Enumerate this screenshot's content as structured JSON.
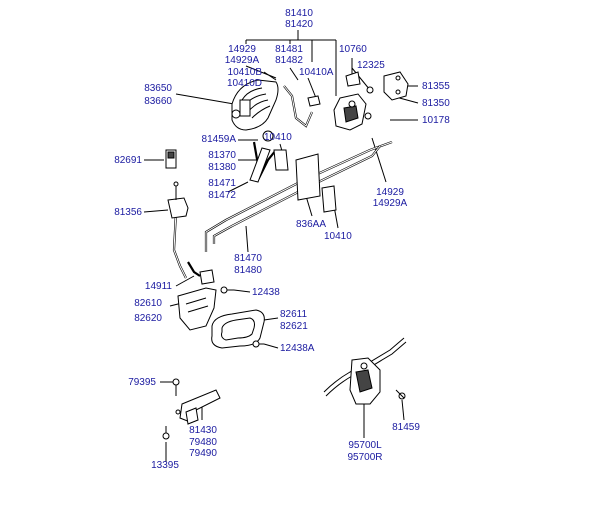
{
  "labels": {
    "p81410": "81410",
    "p81420": "81420",
    "p14929_top": "14929",
    "p14929A_top": "14929A",
    "p81481": "81481",
    "p81482": "81482",
    "p10760": "10760",
    "p10410B": "10410B",
    "p10410D": "10410D",
    "p10410A": "10410A",
    "p12325": "12325",
    "p83650": "83650",
    "p83660": "83660",
    "p81355": "81355",
    "p81350": "81350",
    "p10178": "10178",
    "p81459A": "81459A",
    "p10410_mid": "10410",
    "p82691": "82691",
    "p81370": "81370",
    "p81380": "81380",
    "p81471": "81471",
    "p81472": "81472",
    "p14929_mid": "14929",
    "p14929A_mid": "14929A",
    "p81356": "81356",
    "p836AA": "836AA",
    "p10410_low": "10410",
    "p81470": "81470",
    "p81480": "81480",
    "p14911": "14911",
    "p12438": "12438",
    "p82610": "82610",
    "p82620": "82620",
    "p82611": "82611",
    "p82621": "82621",
    "p12438A": "12438A",
    "p79395": "79395",
    "p81430": "81430",
    "p79480": "79480",
    "p79490": "79490",
    "p13395": "13395",
    "p95700L": "95700L",
    "p95700R": "95700R",
    "p81459": "81459"
  },
  "colors": {
    "label_text": "#1a1aa0",
    "line": "#000000",
    "background": "#ffffff"
  }
}
